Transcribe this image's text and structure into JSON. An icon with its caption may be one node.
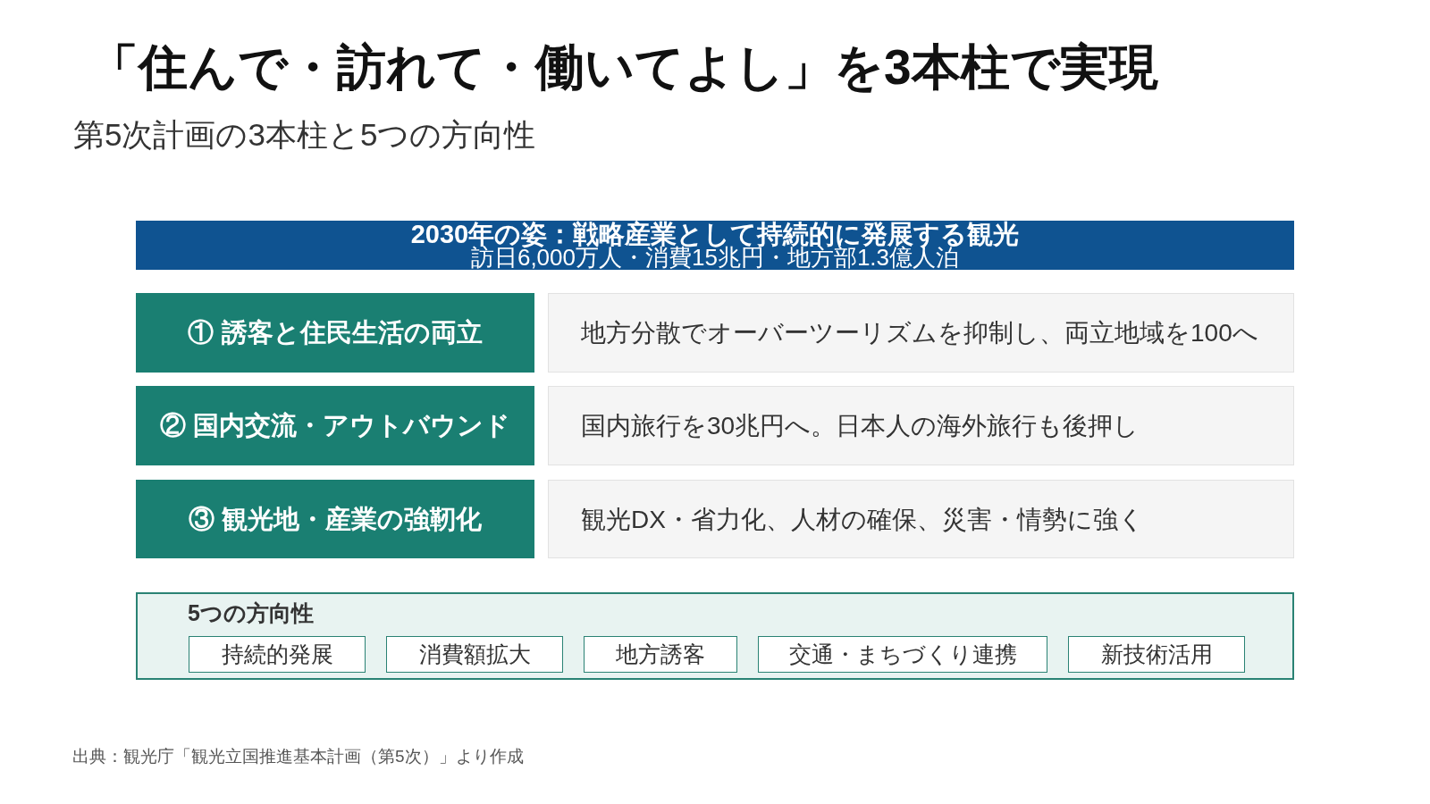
{
  "diagram": {
    "title": "「住んで・訪れて・働いてよし」を3本柱で実現",
    "caption": "出典：観光庁「観光立国推進基本計画（第5次）」より作成",
    "labels": [
      "第5次計画の3本柱と5つの方向性"
    ],
    "nodes": [
      {
        "text": [
          "2030年の姿：戦略産業として持続的に発展する観光",
          "訪日6,000万人・消費15兆円・地方部1.3億人泊"
        ]
      },
      {
        "text": [
          "① 誘客と住民生活の両立"
        ]
      },
      {
        "text": [
          "地方分散でオーバーツーリズムを抑制し、両立地域を100へ"
        ]
      },
      {
        "text": [
          "② 国内交流・アウトバウンド"
        ]
      },
      {
        "text": [
          "国内旅行を30兆円へ。日本人の海外旅行も後押し"
        ]
      },
      {
        "text": [
          "③ 観光地・産業の強靭化"
        ]
      },
      {
        "text": [
          "観光DX・省力化、人材の確保、災害・情勢に強く"
        ]
      },
      {
        "text": [
          "5つの方向性"
        ]
      },
      {
        "text": [
          "持続的発展"
        ],
        "in": 7
      },
      {
        "text": [
          "消費額拡大"
        ],
        "in": 7
      },
      {
        "text": [
          "地方誘客"
        ],
        "in": 7
      },
      {
        "text": [
          "交通・まちづくり連携"
        ],
        "in": 7
      },
      {
        "text": [
          "新技術活用"
        ],
        "in": 7
      }
    ]
  }
}
